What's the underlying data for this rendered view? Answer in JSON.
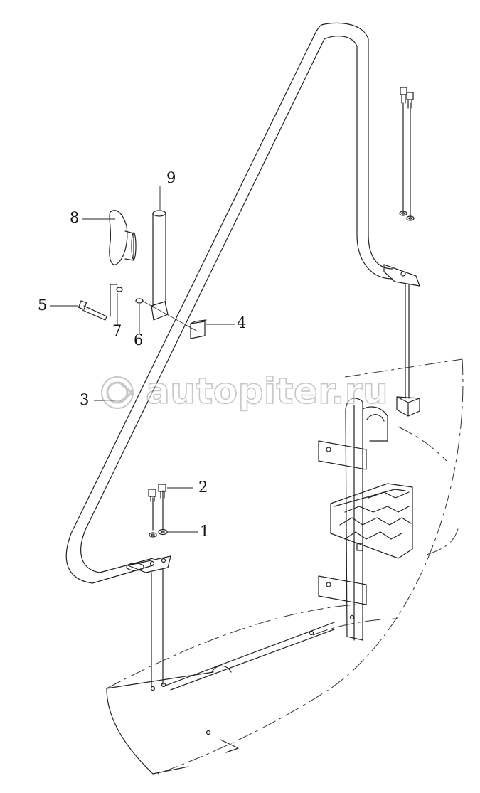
{
  "diagram": {
    "callouts": [
      {
        "id": "1",
        "label": "1"
      },
      {
        "id": "2",
        "label": "2"
      },
      {
        "id": "3",
        "label": "3"
      },
      {
        "id": "4",
        "label": "4"
      },
      {
        "id": "5",
        "label": "5"
      },
      {
        "id": "6",
        "label": "6"
      },
      {
        "id": "7",
        "label": "7"
      },
      {
        "id": "8",
        "label": "8"
      },
      {
        "id": "9",
        "label": "9"
      }
    ]
  },
  "watermark": {
    "text": "autopiter.ru",
    "icon": "autopiter-logo-icon"
  },
  "colors": {
    "line": "#222222",
    "dash": "#333333",
    "bg": "#ffffff"
  }
}
